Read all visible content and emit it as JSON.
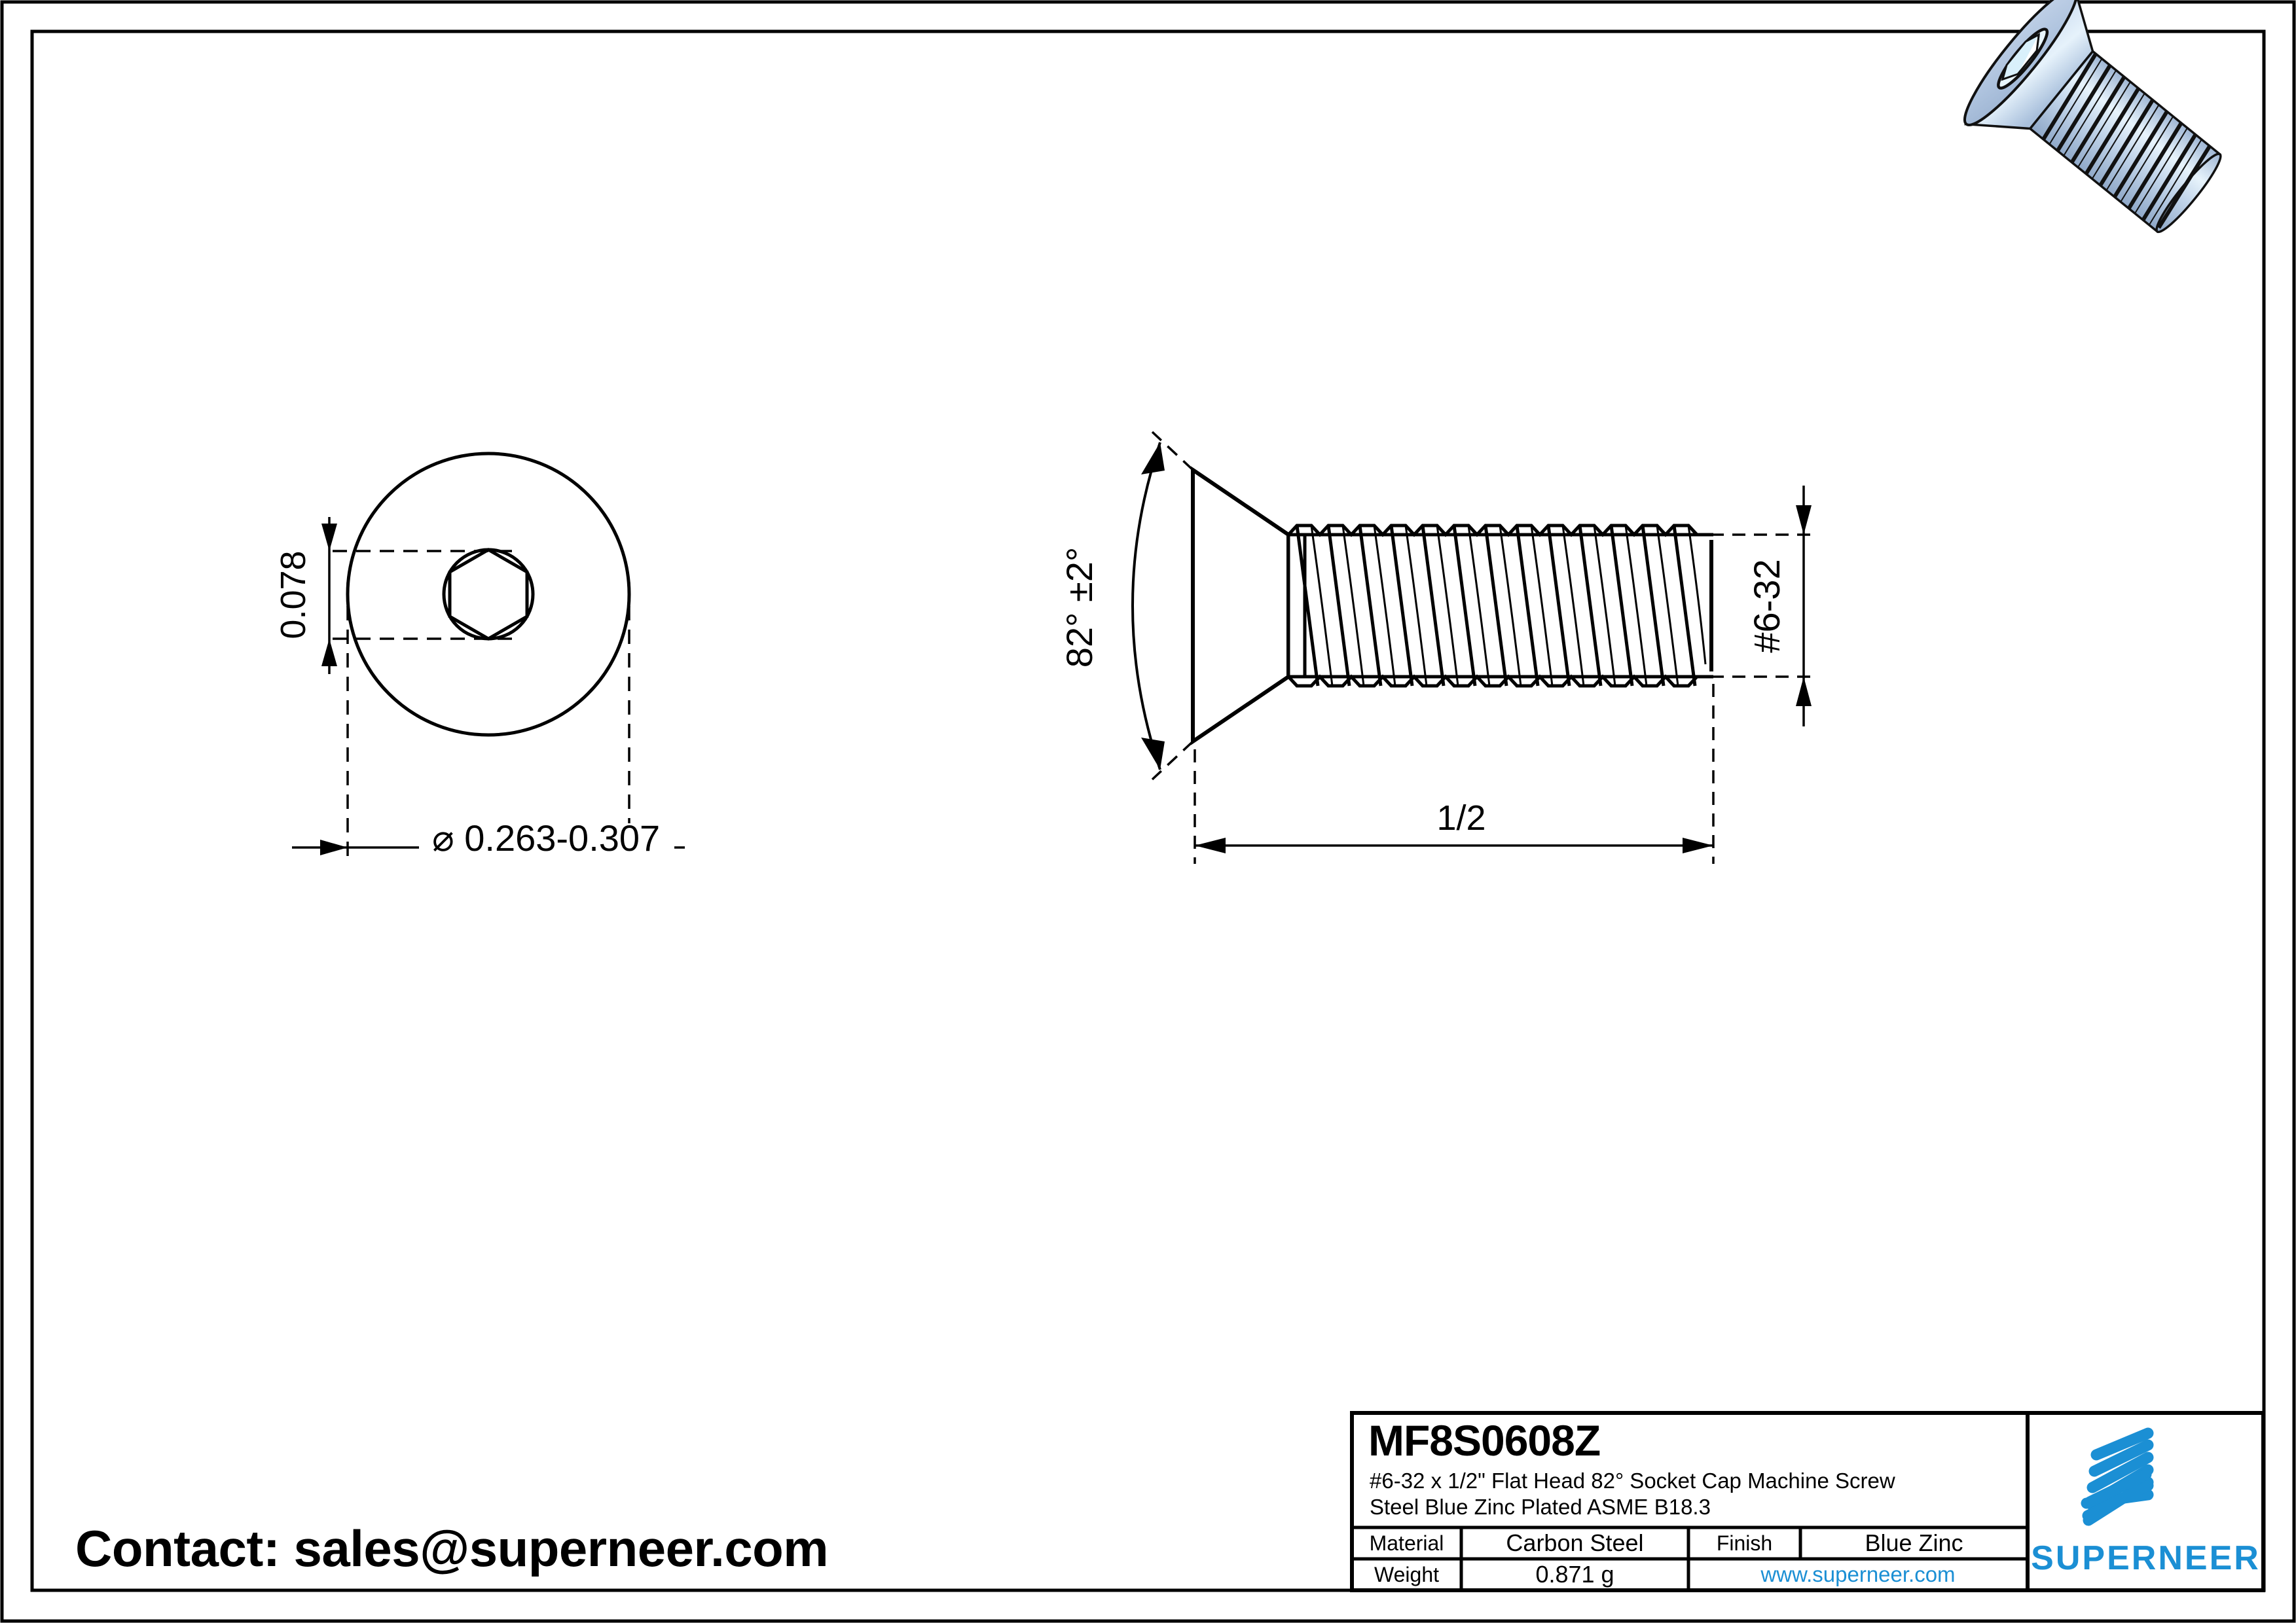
{
  "sheet": {
    "background": "#ffffff",
    "line_color": "#000000",
    "accent_blue": "#1b8fd4",
    "render_body_color": "#b0c4de",
    "render_highlight_color": "#dff0fb"
  },
  "contact": {
    "text": "Contact: sales@superneer.com"
  },
  "top_view": {
    "name": "head-top-view",
    "vertical_dim": "0.078",
    "diameter_dim": "⌀ 0.263-0.307"
  },
  "side_view": {
    "name": "screw-side-view",
    "angle_dim": "82° ±2°",
    "length_dim": "1/2",
    "thread_dim": "#6-32"
  },
  "iso_view": {
    "name": "isometric-screw-render"
  },
  "title_block": {
    "part_number": "MF8S0608Z",
    "description_line1": "#6-32  x 1/2\" Flat Head 82° Socket Cap Machine Screw",
    "description_line2": "Steel Blue Zinc Plated ASME B18.3",
    "rows": [
      {
        "label": "Material",
        "value": "Carbon Steel",
        "label2": "Finish",
        "value2": "Blue Zinc"
      },
      {
        "label": "Weight",
        "value": "0.871 g",
        "link": "www.superneer.com"
      }
    ],
    "brand": {
      "wordmark": "SUPERNEER",
      "logo_bars": 8
    }
  },
  "chart_data": {
    "type": "table",
    "title": "MF8S0608Z",
    "categories": [
      "Material",
      "Weight",
      "Finish"
    ],
    "values": [
      "Carbon Steel",
      "0.871 g",
      "Blue Zinc"
    ],
    "annotations": [
      "0.078",
      "⌀ 0.263-0.307",
      "82° ±2°",
      "1/2",
      "#6-32"
    ]
  }
}
